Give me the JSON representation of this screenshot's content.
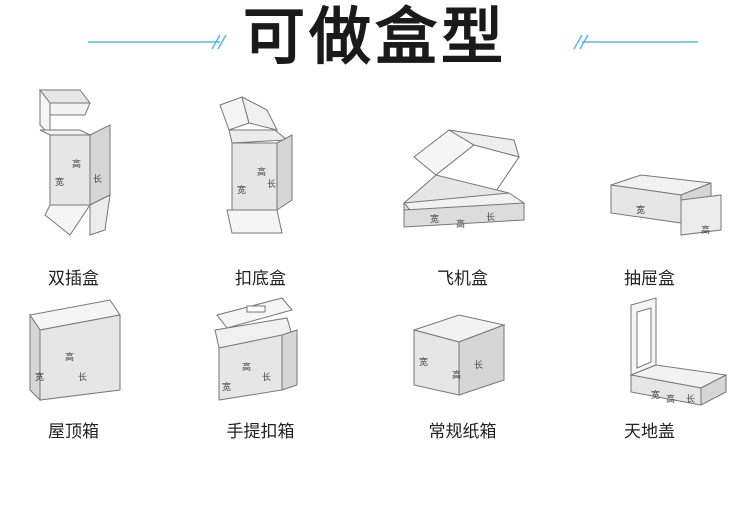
{
  "header": {
    "title": "可做盒型"
  },
  "box_types": [
    {
      "name": "双插盒",
      "marks": [
        "宽",
        "高",
        "长"
      ]
    },
    {
      "name": "扣底盒",
      "marks": [
        "宽",
        "高",
        "长"
      ]
    },
    {
      "name": "飞机盒",
      "marks": [
        "宽",
        "高",
        "长"
      ]
    },
    {
      "name": "抽屉盒",
      "marks": [
        "宽",
        "高"
      ]
    },
    {
      "name": "屋顶箱",
      "marks": [
        "宽",
        "高",
        "长"
      ]
    },
    {
      "name": "手提扣箱",
      "marks": [
        "宽",
        "高",
        "长"
      ]
    },
    {
      "name": "常规纸箱",
      "marks": [
        "宽",
        "高",
        "长"
      ]
    },
    {
      "name": "天地盖",
      "marks": [
        "宽",
        "高",
        "长"
      ]
    }
  ],
  "colors": {
    "accent_line": "#5bb8dc",
    "box_fill": "#e6e6e6",
    "box_stroke": "#777777"
  }
}
